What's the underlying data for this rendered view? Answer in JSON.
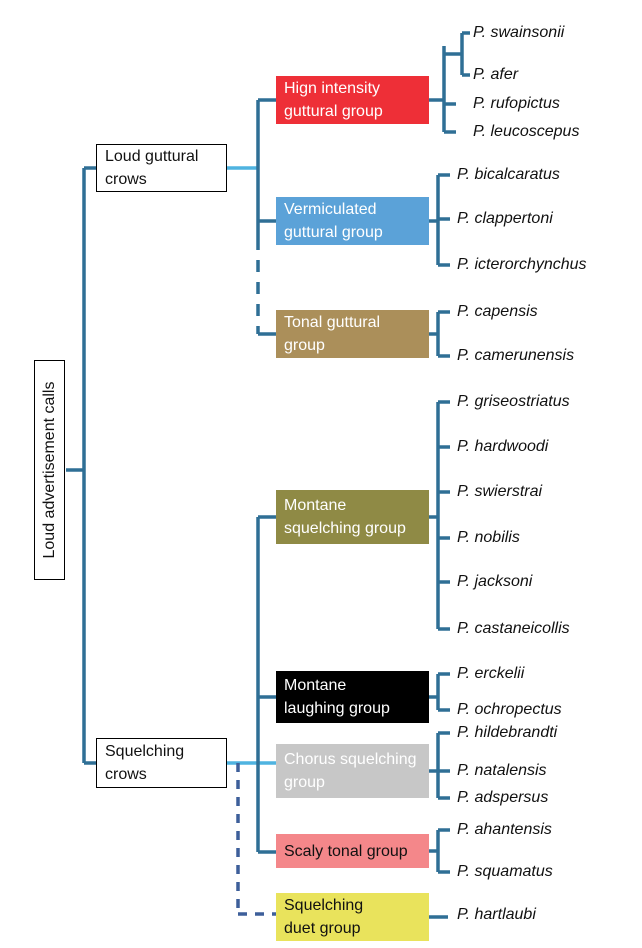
{
  "root": {
    "label": "Loud advertisement calls"
  },
  "level1": [
    {
      "label_lines": [
        "Loud guttural",
        "crows"
      ]
    },
    {
      "label_lines": [
        "Squelching",
        "crows"
      ]
    }
  ],
  "groups": [
    {
      "label_lines": [
        "Hign intensity",
        "guttural group"
      ],
      "color": "#ee2f37",
      "text_color": "#ffffff",
      "species": [
        "P. swainsonii",
        "P. afer",
        "P. rufopictus",
        "P. leucoscepus"
      ]
    },
    {
      "label_lines": [
        "Vermiculated",
        "guttural group"
      ],
      "color": "#5ba2d8",
      "text_color": "#ffffff",
      "species": [
        "P. bicalcaratus",
        "P. clappertoni",
        "P. icterorchynchus"
      ]
    },
    {
      "label_lines": [
        "Tonal guttural",
        "group"
      ],
      "color": "#ab8f5a",
      "text_color": "#ffffff",
      "species": [
        "P. capensis",
        "P. camerunensis"
      ]
    },
    {
      "label_lines": [
        "Montane",
        "squelching group"
      ],
      "color": "#8f8a45",
      "text_color": "#ffffff",
      "species": [
        "P. griseostriatus",
        "P. hardwoodi",
        "P. swierstrai",
        "P. nobilis",
        "P. jacksoni",
        "P. castaneicollis"
      ]
    },
    {
      "label_lines": [
        "Montane",
        "laughing group"
      ],
      "color": "#000000",
      "text_color": "#ffffff",
      "species": [
        "P. erckelii",
        "P. ochropectus"
      ]
    },
    {
      "label_lines": [
        "Chorus squelching",
        "group"
      ],
      "color": "#c7c7c7",
      "text_color": "#ffffff",
      "species": [
        "P. hildebrandti",
        "P. natalensis",
        "P. adspersus"
      ]
    },
    {
      "label_lines": [
        "Scaly tonal group"
      ],
      "color": "#f4878a",
      "text_color": "#111111",
      "species": [
        "P. ahantensis",
        "P. squamatus"
      ]
    },
    {
      "label_lines": [
        "Squelching",
        "duet group"
      ],
      "color": "#e9e35c",
      "text_color": "#111111",
      "species": [
        "P. hartlaubi"
      ]
    }
  ],
  "colors": {
    "line": "#2f6f95",
    "connector": "#4fb3e0",
    "dashed": "#3d5f9a"
  }
}
